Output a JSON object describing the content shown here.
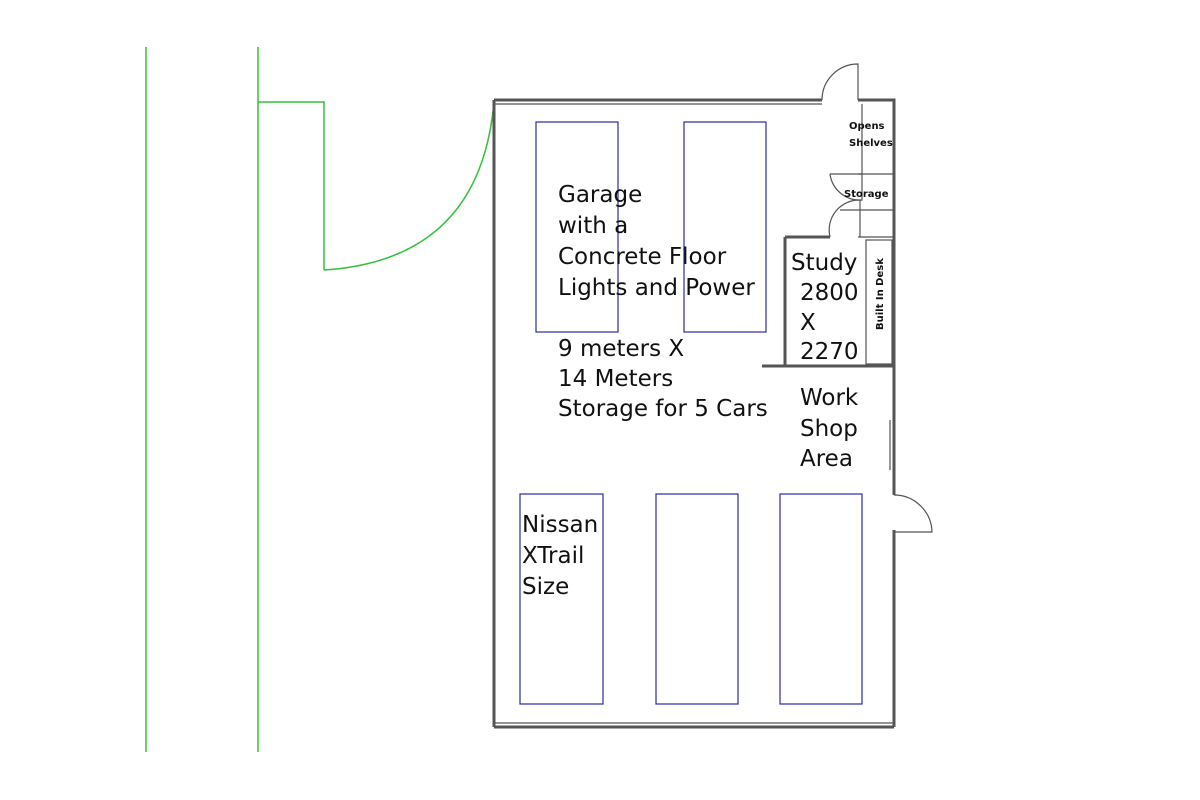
{
  "colors": {
    "walls": "#555555",
    "cars": "#2a2aa8",
    "boundary": "#33c23a"
  },
  "garage_label": [
    "Garage",
    "with a",
    "Concrete Floor",
    "Lights and Power"
  ],
  "dimensions_label": [
    "9 meters  X",
    "14 Meters",
    "Storage for 5 Cars"
  ],
  "study_label": [
    "Study",
    "2800",
    "X",
    "2270"
  ],
  "workshop_label": [
    "Work",
    "Shop",
    "Area"
  ],
  "car_label": [
    "Nissan",
    "XTrail",
    "Size"
  ],
  "opens_shelves_label": [
    "Opens",
    "Shelves"
  ],
  "storage_label": "Storage",
  "desk_label": "Built In Desk"
}
